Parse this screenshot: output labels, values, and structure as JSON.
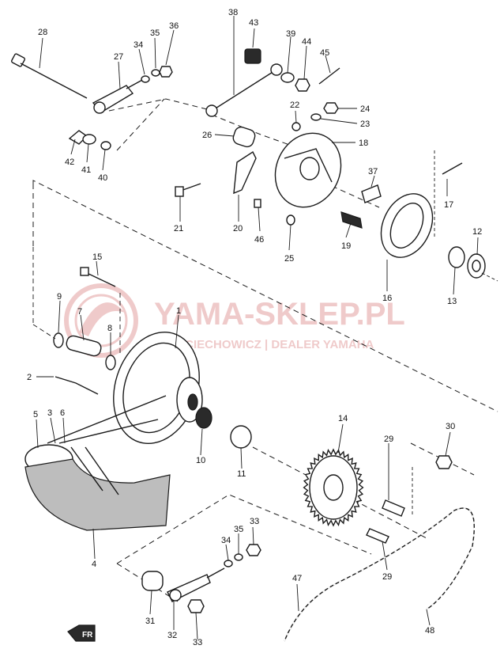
{
  "watermark": {
    "title": "YAMA-SKLEP.PL",
    "subtitle": "WOJCIECHOWICZ | DEALER YAMAHA",
    "color": "#e2a0a0"
  },
  "parts": [
    {
      "id": "p1",
      "text": "1"
    },
    {
      "id": "p2",
      "text": "2"
    },
    {
      "id": "p3",
      "text": "3"
    },
    {
      "id": "p4",
      "text": "4"
    },
    {
      "id": "p5",
      "text": "5"
    },
    {
      "id": "p6",
      "text": "6"
    },
    {
      "id": "p7",
      "text": "7"
    },
    {
      "id": "p8",
      "text": "8"
    },
    {
      "id": "p9",
      "text": "9"
    },
    {
      "id": "p10",
      "text": "10"
    },
    {
      "id": "p11",
      "text": "11"
    },
    {
      "id": "p12",
      "text": "12"
    },
    {
      "id": "p13",
      "text": "13"
    },
    {
      "id": "p14",
      "text": "14"
    },
    {
      "id": "p15",
      "text": "15"
    },
    {
      "id": "p16",
      "text": "16"
    },
    {
      "id": "p17",
      "text": "17"
    },
    {
      "id": "p18",
      "text": "18"
    },
    {
      "id": "p19",
      "text": "19"
    },
    {
      "id": "p20",
      "text": "20"
    },
    {
      "id": "p21",
      "text": "21"
    },
    {
      "id": "p22",
      "text": "22"
    },
    {
      "id": "p23",
      "text": "23"
    },
    {
      "id": "p24",
      "text": "24"
    },
    {
      "id": "p25",
      "text": "25"
    },
    {
      "id": "p26",
      "text": "26"
    },
    {
      "id": "p27",
      "text": "27"
    },
    {
      "id": "p28",
      "text": "28"
    },
    {
      "id": "p29a",
      "text": "29"
    },
    {
      "id": "p29b",
      "text": "29"
    },
    {
      "id": "p30",
      "text": "30"
    },
    {
      "id": "p31",
      "text": "31"
    },
    {
      "id": "p32",
      "text": "32"
    },
    {
      "id": "p33a",
      "text": "33"
    },
    {
      "id": "p33b",
      "text": "33"
    },
    {
      "id": "p34a",
      "text": "34"
    },
    {
      "id": "p34b",
      "text": "34"
    },
    {
      "id": "p35a",
      "text": "35"
    },
    {
      "id": "p35b",
      "text": "35"
    },
    {
      "id": "p36",
      "text": "36"
    },
    {
      "id": "p37",
      "text": "37"
    },
    {
      "id": "p38",
      "text": "38"
    },
    {
      "id": "p39",
      "text": "39"
    },
    {
      "id": "p40",
      "text": "40"
    },
    {
      "id": "p41",
      "text": "41"
    },
    {
      "id": "p42",
      "text": "42"
    },
    {
      "id": "p43",
      "text": "43"
    },
    {
      "id": "p44",
      "text": "44"
    },
    {
      "id": "p45",
      "text": "45"
    },
    {
      "id": "p46",
      "text": "46"
    },
    {
      "id": "p47",
      "text": "47"
    },
    {
      "id": "p48",
      "text": "48"
    }
  ],
  "front_marker": "FR"
}
